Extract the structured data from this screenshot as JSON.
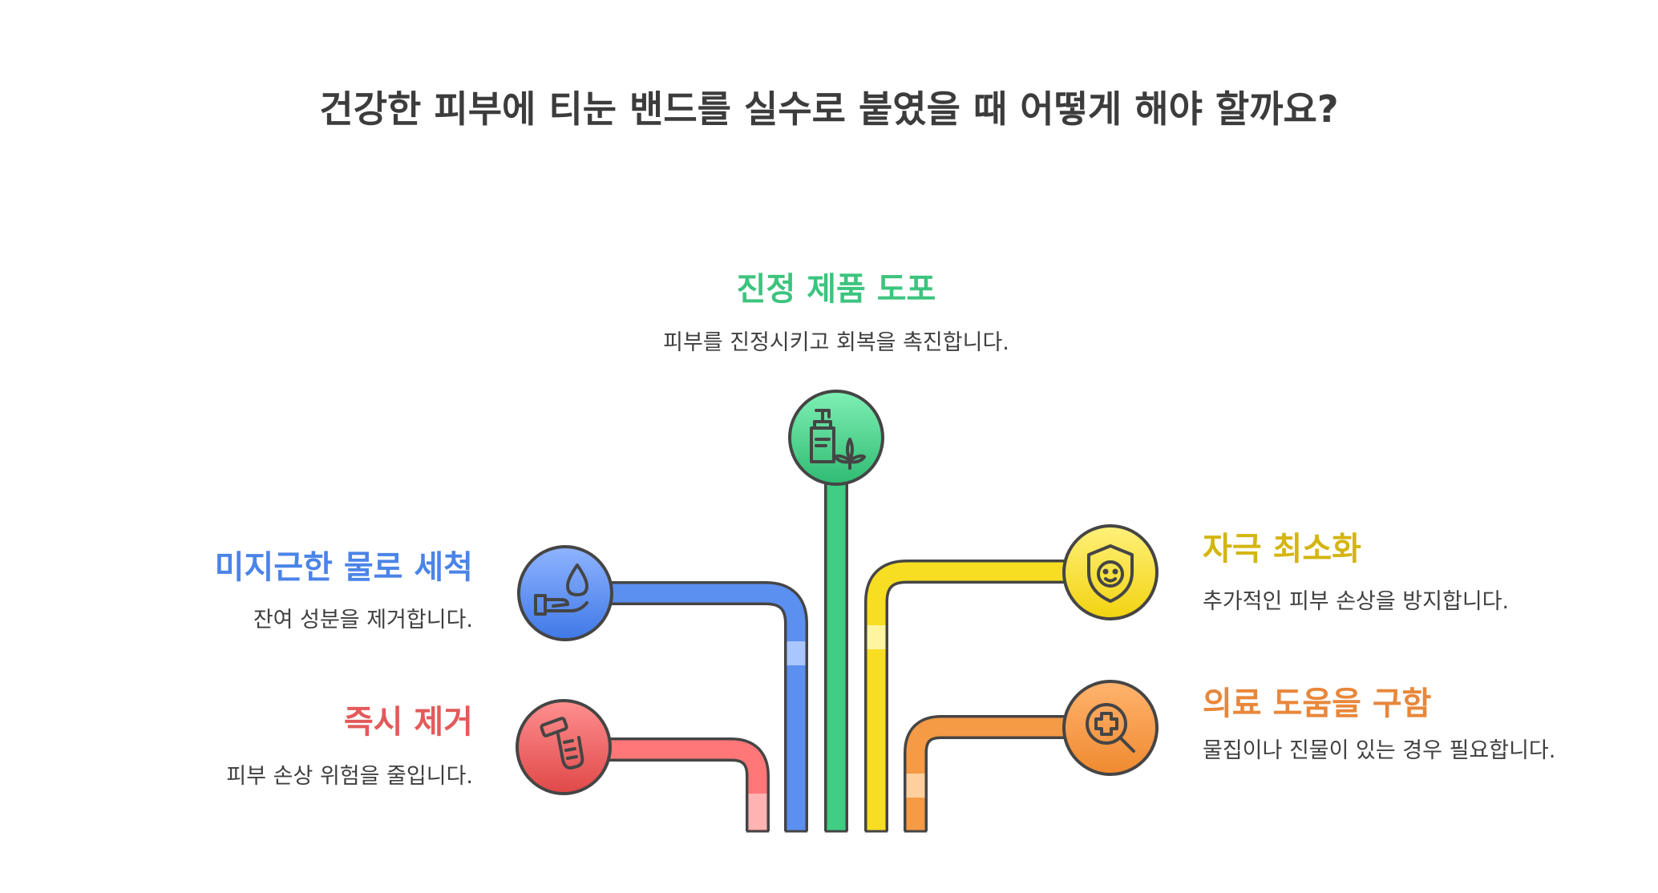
{
  "title": "건강한 피부에 티눈 밴드를 실수로 붙였을 때 어떻게 해야 할까요?",
  "colors": {
    "blue": "#4a84e8",
    "red": "#e35a5a",
    "green": "#3cc47e",
    "yellow": "#f0d21a",
    "orange": "#f0903a",
    "outline": "#454545",
    "text": "#3f3f3f"
  },
  "steps": {
    "soothe": {
      "title": "진정 제품 도포",
      "desc": "피부를 진정시키고 회복을 촉진합니다.",
      "icon": "lotion-pump-leaf-icon"
    },
    "wash": {
      "title": "미지근한 물로 세척",
      "desc": "잔여 성분을 제거합니다.",
      "icon": "water-drop-hand-icon"
    },
    "remove": {
      "title": "즉시 제거",
      "desc": "피부 손상 위험을 줄입니다.",
      "icon": "peeling-hand-icon"
    },
    "irritation": {
      "title": "자극 최소화",
      "desc": "추가적인 피부 손상을 방지합니다.",
      "icon": "shield-face-icon"
    },
    "medical": {
      "title": "의료 도움을 구함",
      "desc": "물집이나 진물이 있는 경우 필요합니다.",
      "icon": "medical-search-icon"
    }
  }
}
